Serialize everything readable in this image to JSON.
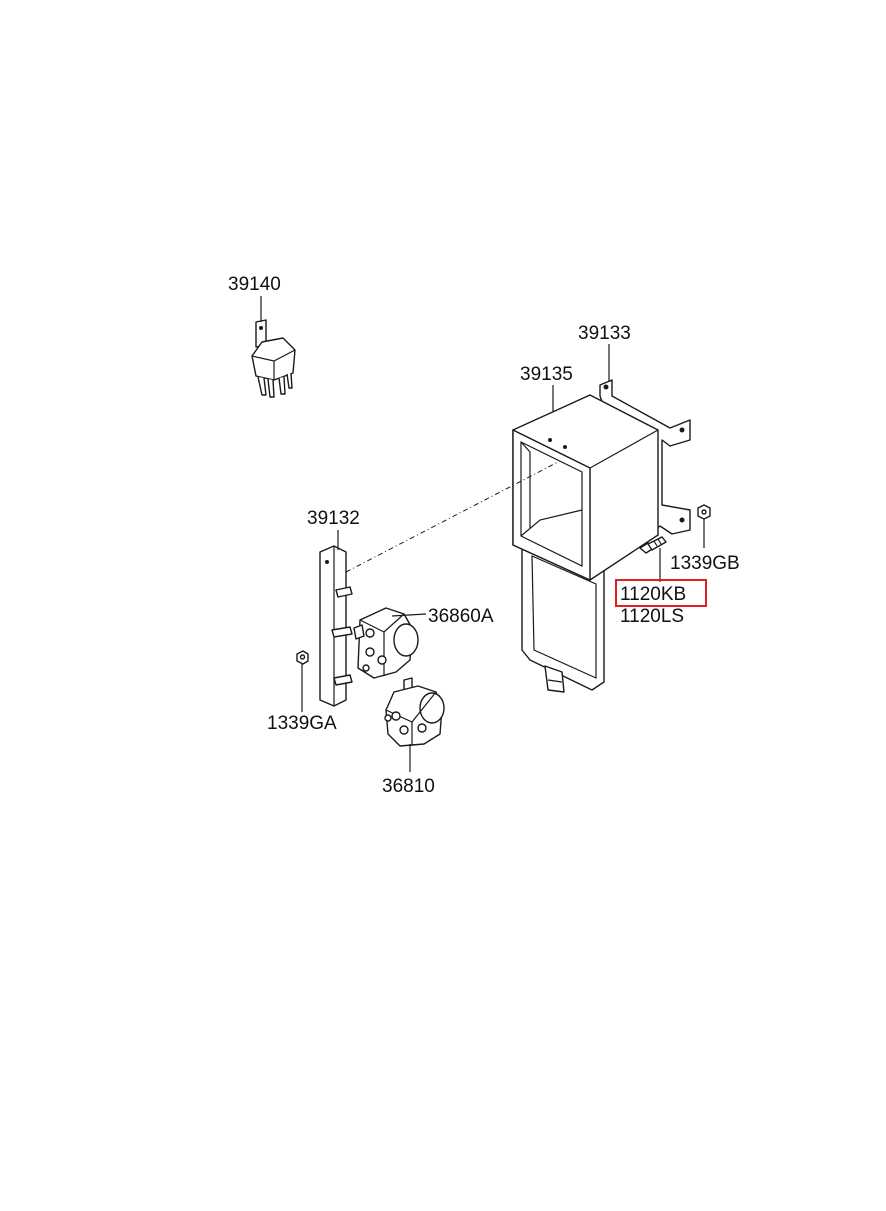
{
  "diagram": {
    "parts": [
      {
        "id": "p39140",
        "label": "39140"
      },
      {
        "id": "p39133",
        "label": "39133"
      },
      {
        "id": "p39135",
        "label": "39135"
      },
      {
        "id": "p39132",
        "label": "39132"
      },
      {
        "id": "p36860A",
        "label": "36860A"
      },
      {
        "id": "p1339GB",
        "label": "1339GB"
      },
      {
        "id": "p1120KB",
        "label": "1120KB",
        "highlighted": true
      },
      {
        "id": "p1120LS",
        "label": "1120LS"
      },
      {
        "id": "p1339GA",
        "label": "1339GA"
      },
      {
        "id": "p36810",
        "label": "36810"
      }
    ],
    "highlight_color": "#e02020",
    "line_color": "#1a1a1a"
  }
}
